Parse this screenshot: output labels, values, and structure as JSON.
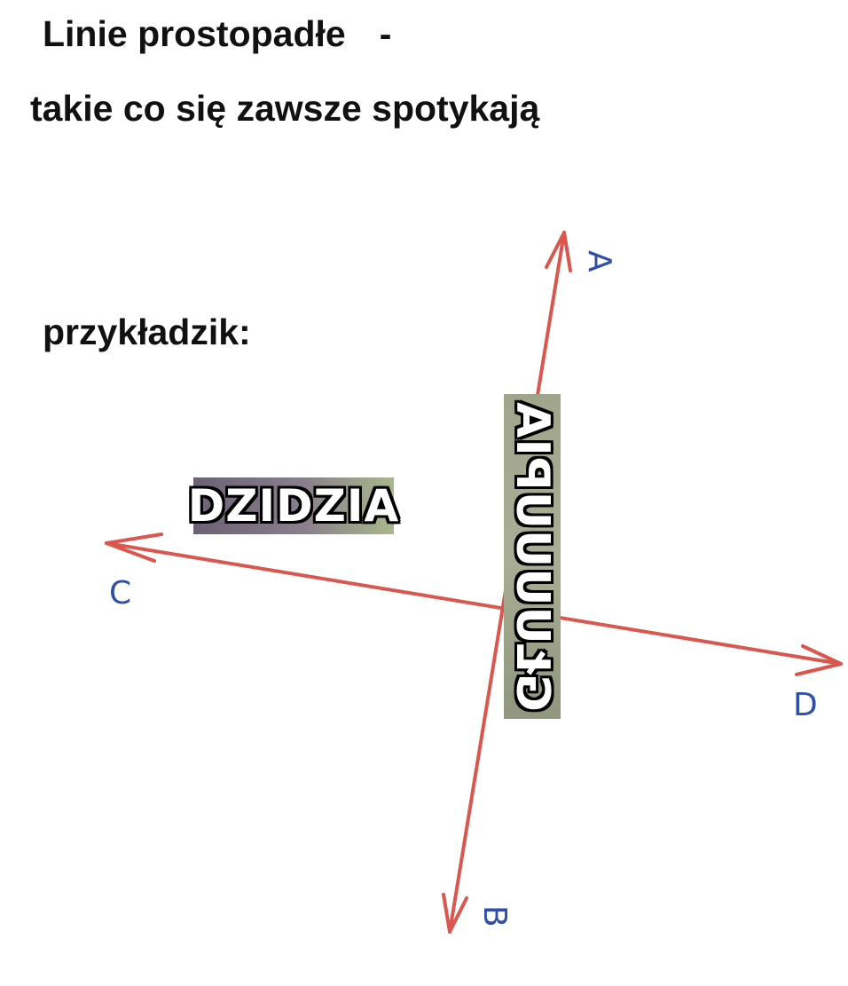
{
  "texts": {
    "title": "Linie prostopadłe",
    "title_dash": "-",
    "subtitle": "takie co się zawsze spotykają",
    "example_label": "przykładzik:"
  },
  "diagram": {
    "line_color": "#d9574e",
    "label_color": "#2f4fa8",
    "points": {
      "A": "A",
      "B": "B",
      "C": "C",
      "D": "D"
    }
  },
  "captions": {
    "left": "DZIDZIA",
    "right": "GŁUUUUPIA"
  }
}
